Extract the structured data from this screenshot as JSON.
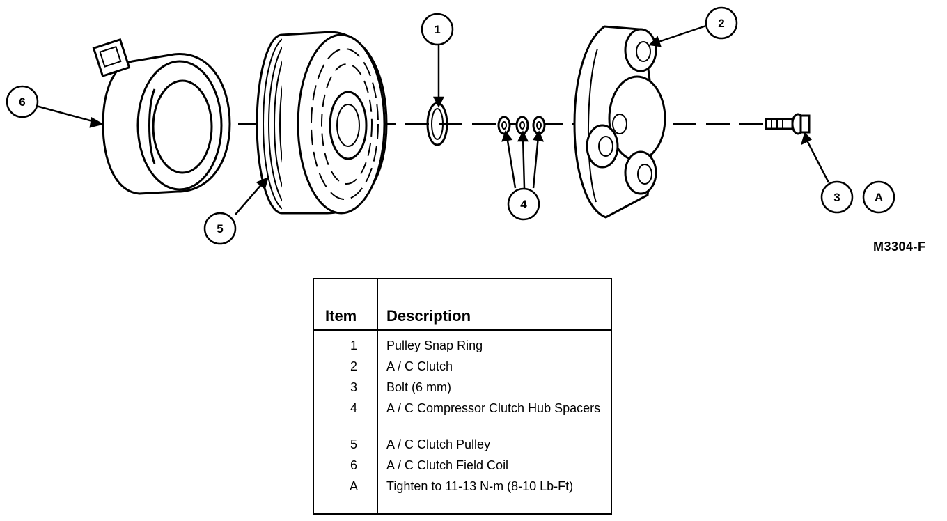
{
  "callouts": [
    "1",
    "2",
    "3",
    "4",
    "5",
    "6",
    "A"
  ],
  "figure_code": "M3304-F",
  "table": {
    "header_item": "Item",
    "header_description": "Description",
    "rows": [
      {
        "item": "1",
        "description": "Pulley Snap Ring"
      },
      {
        "item": "2",
        "description": "A / C Clutch"
      },
      {
        "item": "3",
        "description": "Bolt (6 mm)"
      },
      {
        "item": "4",
        "description": "A / C Compressor Clutch Hub Spacers"
      },
      {
        "item": "5",
        "description": "A / C Clutch Pulley"
      },
      {
        "item": "6",
        "description": "A / C Clutch Field Coil"
      },
      {
        "item": "A",
        "description": "Tighten to 11-13 N-m (8-10 Lb-Ft)"
      }
    ]
  }
}
